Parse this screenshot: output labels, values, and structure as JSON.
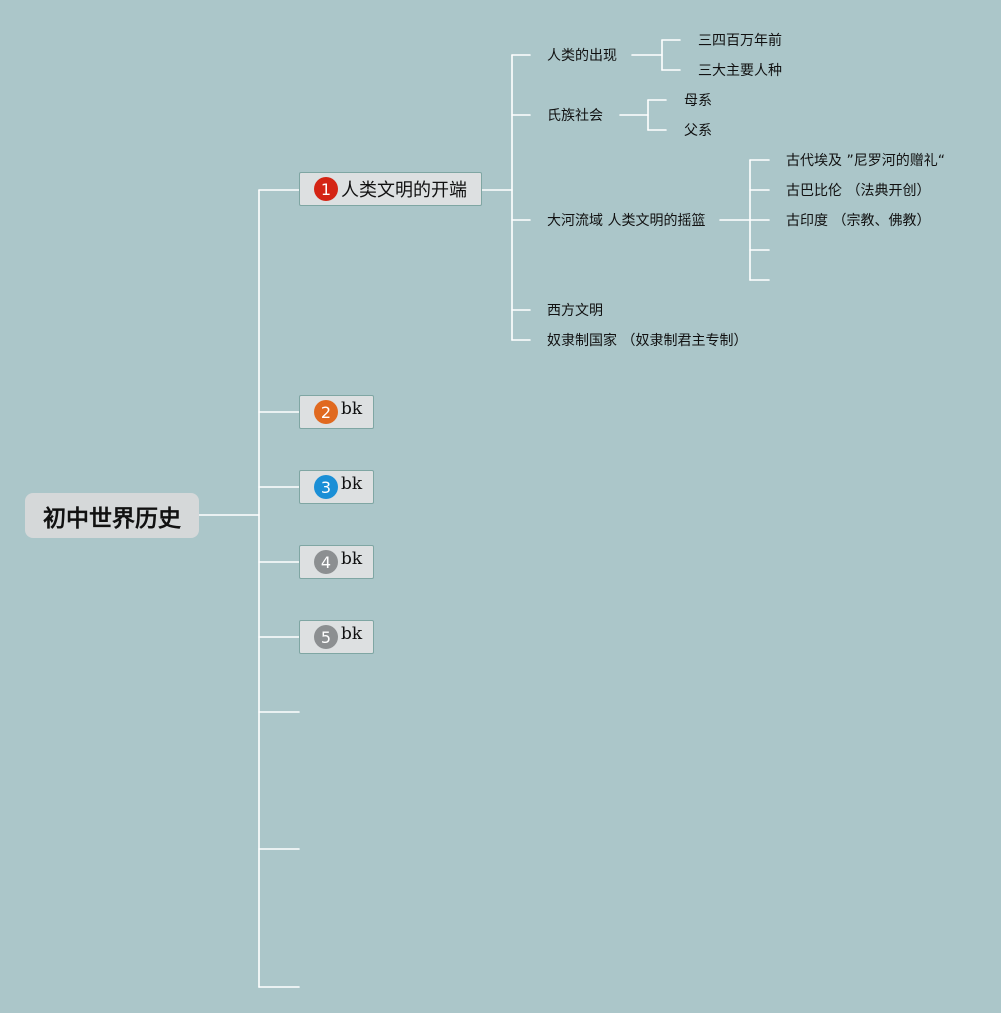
{
  "root": {
    "label": "初中世界历史"
  },
  "branches": [
    {
      "number": "1",
      "label": "人类文明的开端",
      "badge_color": "#d42414"
    },
    {
      "number": "2",
      "label": "bk",
      "badge_color": "#e0691f"
    },
    {
      "number": "3",
      "label": "bk",
      "badge_color": "#1a8fd6"
    },
    {
      "number": "4",
      "label": "bk",
      "badge_color": "#8c8f91"
    },
    {
      "number": "5",
      "label": "bk",
      "badge_color": "#8c8f91"
    }
  ],
  "topics": {
    "humans": {
      "label": "人类的出现",
      "children": [
        "三四百万年前",
        "三大主要人种"
      ]
    },
    "clan": {
      "label": "氏族社会",
      "children": [
        "母系",
        "父系"
      ]
    },
    "river": {
      "label": "大河流域 人类文明的摇篮",
      "children": [
        "古代埃及 ”尼罗河的赠礼“",
        "古巴比伦 （法典开创）",
        "古印度 （宗教、佛教）"
      ]
    },
    "west": {
      "label": "西方文明"
    },
    "slave": {
      "label": "奴隶制国家 （奴隶制君主专制）"
    }
  }
}
